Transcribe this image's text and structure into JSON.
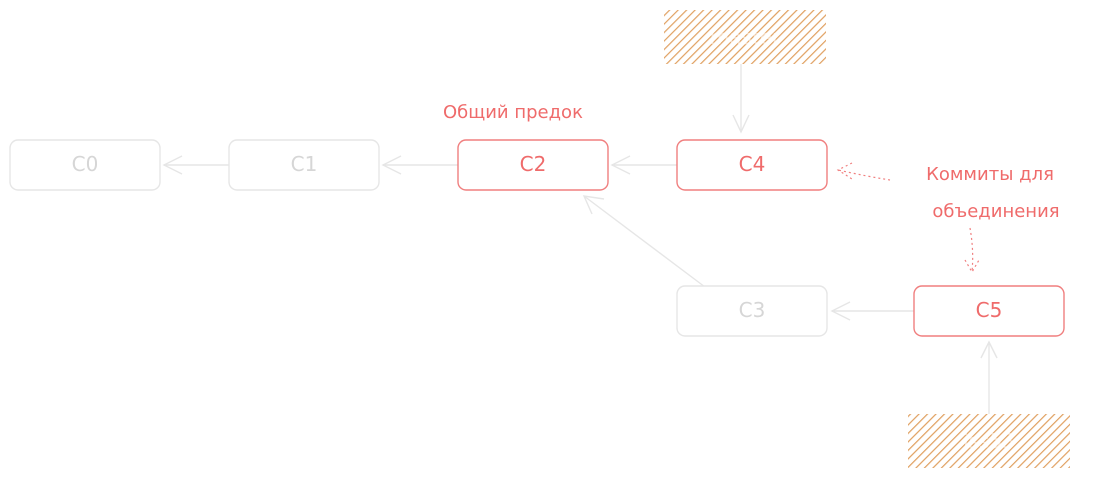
{
  "colors": {
    "faded": "#e6e6e6",
    "faded_text": "#d6d6d6",
    "accent": "#f07f7f",
    "accent_text": "#ef6b6b",
    "branch": "#e0a060",
    "background": "#ffffff"
  },
  "commits": {
    "c0": "C0",
    "c1": "C1",
    "c2": "C2",
    "c3": "C3",
    "c4": "C4",
    "c5": "C5"
  },
  "branches": {
    "top": "master",
    "bottom": "iss53"
  },
  "annotations": {
    "common_ancestor": "Общий предок",
    "merge_commits_line1": "Коммиты для",
    "merge_commits_line2": "объединения"
  }
}
